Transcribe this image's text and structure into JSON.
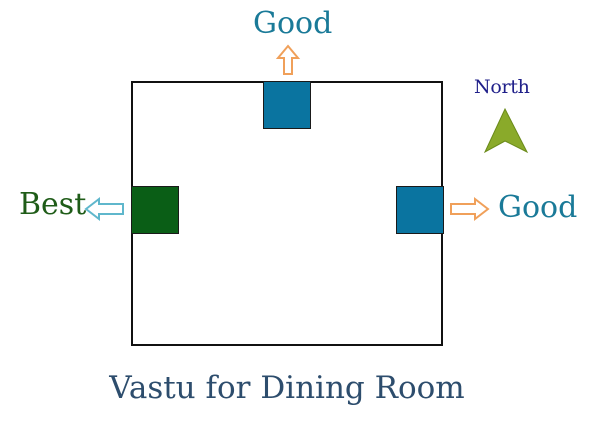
{
  "diagram": {
    "labels": {
      "top": "Good",
      "left": "Best",
      "right": "Good"
    },
    "compass": "North",
    "caption": "Vastu for Dining Room"
  },
  "colors": {
    "good_block": "#0a74a0",
    "best_block": "#0a5e16",
    "good_text": "#1a7a98",
    "best_text": "#1f5c18",
    "arrow_orange": "#f0a05a",
    "arrow_teal": "#5fb7cc",
    "compass_arrow": "#8aaa2a",
    "compass_text": "#20208a",
    "caption_text": "#2d4d6d"
  }
}
